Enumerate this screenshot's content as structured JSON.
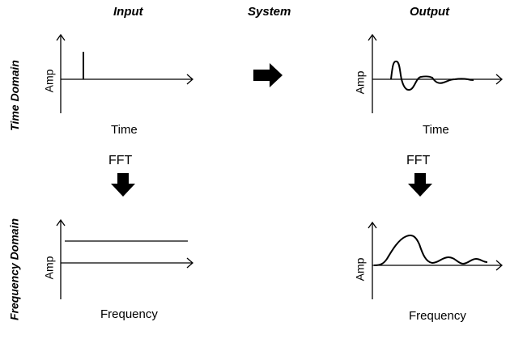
{
  "columns": {
    "input": "Input",
    "system": "System",
    "output": "Output"
  },
  "rows": {
    "time": "Time Domain",
    "frequency": "Frequency Domain"
  },
  "axes": {
    "amp": "Amp",
    "time": "Time",
    "frequency": "Frequency"
  },
  "fft": "FFT",
  "colors": {
    "stroke": "#000000",
    "background": "#ffffff"
  }
}
